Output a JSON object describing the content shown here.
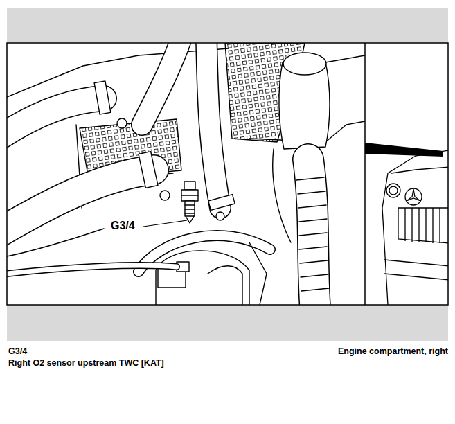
{
  "diagram": {
    "labels": [
      "G3/4",
      "G3/4",
      "Right O2 sensor upstream TWC [KAT]",
      "Engine compartment, right"
    ]
  }
}
